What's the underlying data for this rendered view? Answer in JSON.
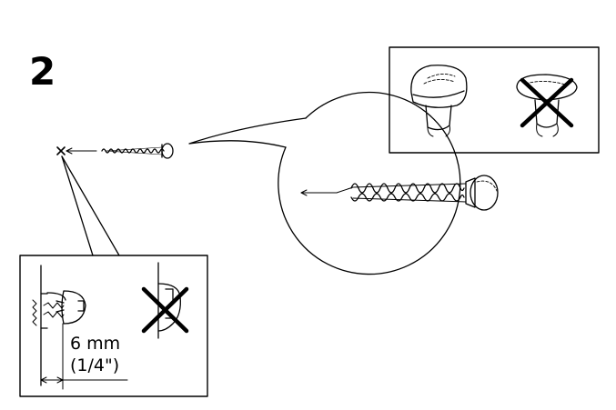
{
  "step": {
    "number": "2"
  },
  "depth_callout": {
    "measurement_mm": "6 mm",
    "measurement_in": "(1/4\")"
  },
  "icons": {
    "screw": "screw-icon",
    "wall_plug": "wall-plug-icon",
    "incorrect": "x-mark-icon"
  },
  "colors": {
    "line": "#000000",
    "background": "#ffffff"
  }
}
